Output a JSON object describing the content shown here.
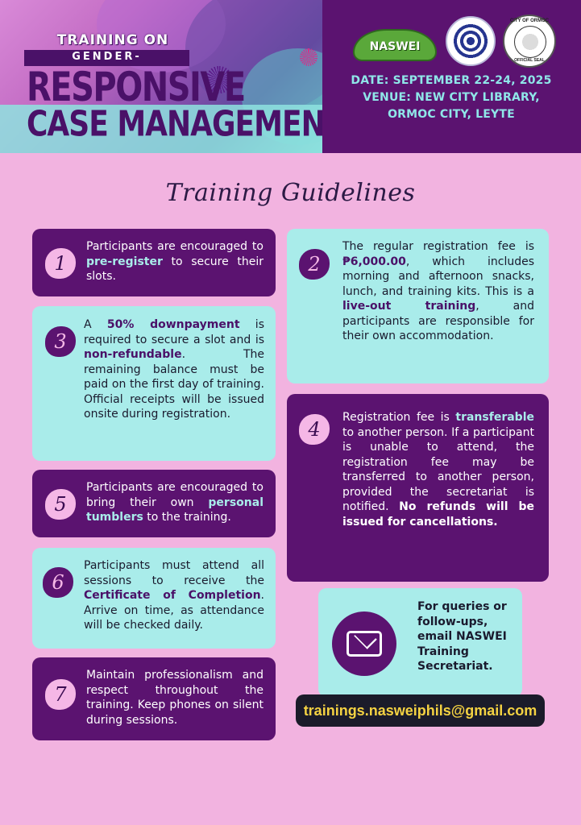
{
  "header": {
    "title_line1": "TRAINING ON",
    "title_line2": "GENDER-",
    "title_line3": "RESPONSIVE",
    "title_line4": "CASE MANAGEMENT",
    "logo_naswei": "NASWEI",
    "seal_top": "CITY OF ORMOC",
    "seal_bottom": "OFFICIAL SEAL",
    "date": "DATE: SEPTEMBER 22-24, 2025",
    "venue_line1": "VENUE: NEW CITY LIBRARY,",
    "venue_line2": "ORMOC CITY, LEYTE"
  },
  "section_title": "Training Guidelines",
  "guidelines": [
    {
      "number": "1",
      "pre": "Participants are encouraged to ",
      "bold": "pre-register",
      "post": " to secure their slots."
    },
    {
      "number": "2",
      "pre": "The regular registration fee is ",
      "bold1": "₱6,000.00",
      "mid": ", which includes morning and afternoon snacks, lunch, and training kits. This is a ",
      "bold2": "live-out training",
      "post": ", and participants are responsible for their own accommodation."
    },
    {
      "number": "3",
      "pre": "A ",
      "bold1": "50% downpayment",
      "mid": " is required to secure a slot and is ",
      "bold2": "non-refundable",
      "post": ". The remaining balance must be paid on the first day of training. Official receipts will be issued onsite during registration."
    },
    {
      "number": "4",
      "pre": "Registration fee is ",
      "bold1": "transferable",
      "mid": " to another person. If a participant is unable to attend, the registration fee may be transferred to another person, provided the secretariat is notified. ",
      "bold2": "No refunds will be issued for cancellations."
    },
    {
      "number": "5",
      "pre": "Participants are encouraged to bring their own ",
      "bold": "personal tumblers",
      "post": " to the training."
    },
    {
      "number": "6",
      "pre": "Participants must attend all sessions to receive the ",
      "bold": "Certificate of Completion",
      "post": ". Arrive on time, as attendance will be checked daily."
    },
    {
      "number": "7",
      "text": "Maintain professionalism and respect throughout the training. Keep phones on silent during sessions."
    }
  ],
  "contact": {
    "text": "For queries or follow-ups, email NASWEI Training Secretariat.",
    "email": "trainings.nasweiphils@gmail.com",
    "icon": "envelope-icon"
  },
  "colors": {
    "background": "#f2b3e0",
    "dark_card": "#5b1370",
    "light_card": "#a9ecea",
    "email_text": "#f4d242"
  }
}
